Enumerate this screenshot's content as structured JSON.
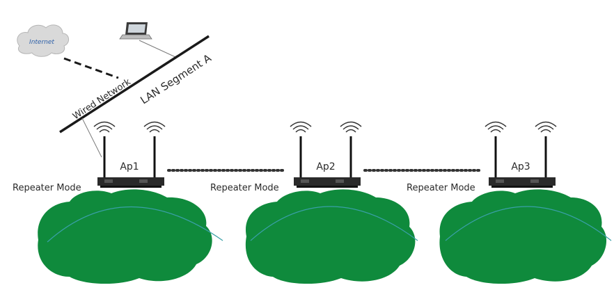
{
  "internet_label": "Internet",
  "wired_network_label": "Wired Network",
  "lan_segment_label": "LAN Segment A",
  "access_points": [
    {
      "name": "Ap1",
      "mode": "Repeater Mode"
    },
    {
      "name": "Ap2",
      "mode": "Repeater Mode"
    },
    {
      "name": "Ap3",
      "mode": "Repeater Mode"
    }
  ],
  "colors": {
    "coverage_fill": "#0f8a3c",
    "coverage_arc": "#3aa0a8",
    "cloud_fill": "#d9d9d9",
    "line": "#1a1a1a"
  }
}
